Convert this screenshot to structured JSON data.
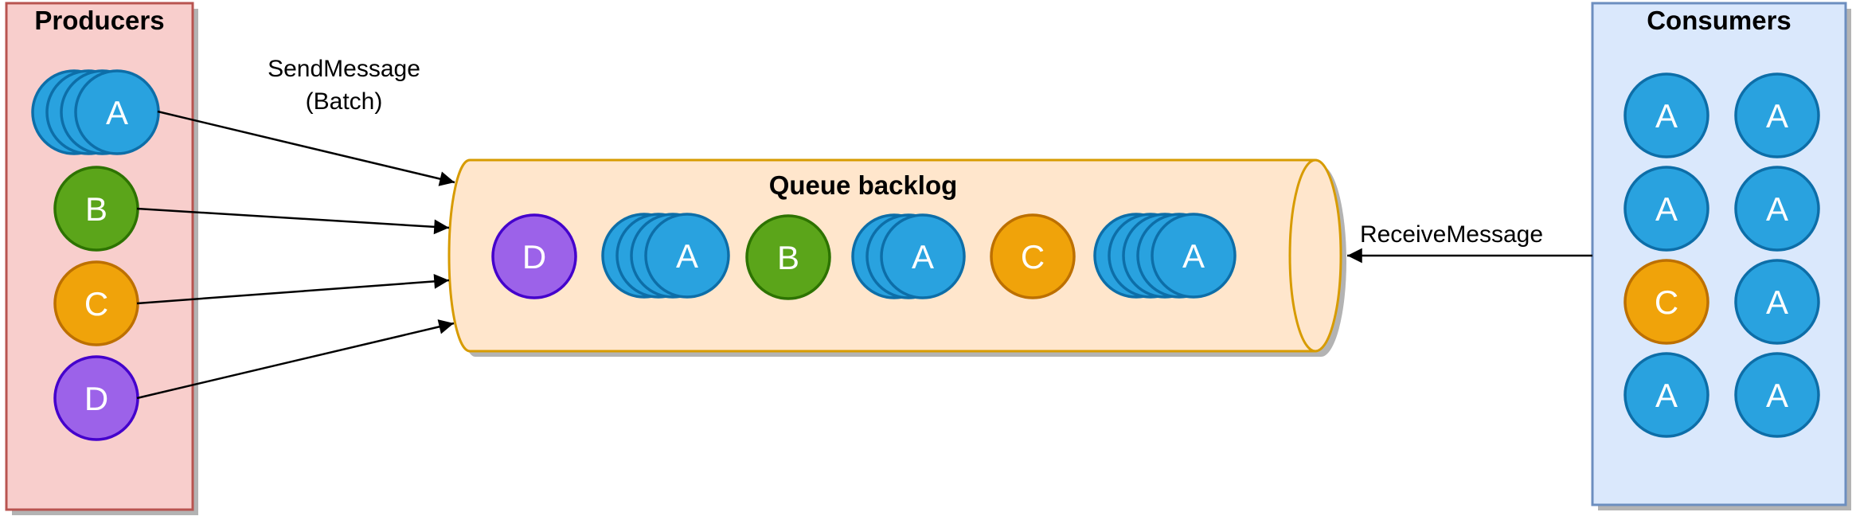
{
  "diagram": {
    "background": "#FFFFFF",
    "producers": {
      "title": "Producers",
      "box_fill": "#F8CECC",
      "box_stroke": "#B85450",
      "items": [
        {
          "label": "A",
          "count": 4
        },
        {
          "label": "B",
          "count": 1
        },
        {
          "label": "C",
          "count": 1
        },
        {
          "label": "D",
          "count": 1
        }
      ]
    },
    "queue": {
      "title": "Queue backlog",
      "box_fill": "#FFE6CC",
      "box_stroke": "#D79B00",
      "items": [
        {
          "label": "D",
          "count": 1
        },
        {
          "label": "A",
          "count": 4
        },
        {
          "label": "B",
          "count": 1
        },
        {
          "label": "A",
          "count": 3
        },
        {
          "label": "C",
          "count": 1
        },
        {
          "label": "A",
          "count": 5
        }
      ]
    },
    "consumers": {
      "title": "Consumers",
      "box_fill": "#DAE8FC",
      "box_stroke": "#6C8EBF",
      "rows": [
        [
          "A",
          "A"
        ],
        [
          "A",
          "A"
        ],
        [
          "C",
          "A"
        ],
        [
          "A",
          "A"
        ]
      ]
    },
    "labels": {
      "send_message": "SendMessage",
      "send_message_batch": "(Batch)",
      "receive_message": "ReceiveMessage"
    },
    "message_colors": {
      "A": {
        "fill": "#29A2DF",
        "stroke": "#0D6EA8"
      },
      "B": {
        "fill": "#5BA51A",
        "stroke": "#2D7300"
      },
      "C": {
        "fill": "#F0A30A",
        "stroke": "#BD7000"
      },
      "D": {
        "fill": "#9C62E9",
        "stroke": "#4400CC"
      }
    },
    "arrow_color": "#000000",
    "shadow_color": "#B3B3B3"
  }
}
